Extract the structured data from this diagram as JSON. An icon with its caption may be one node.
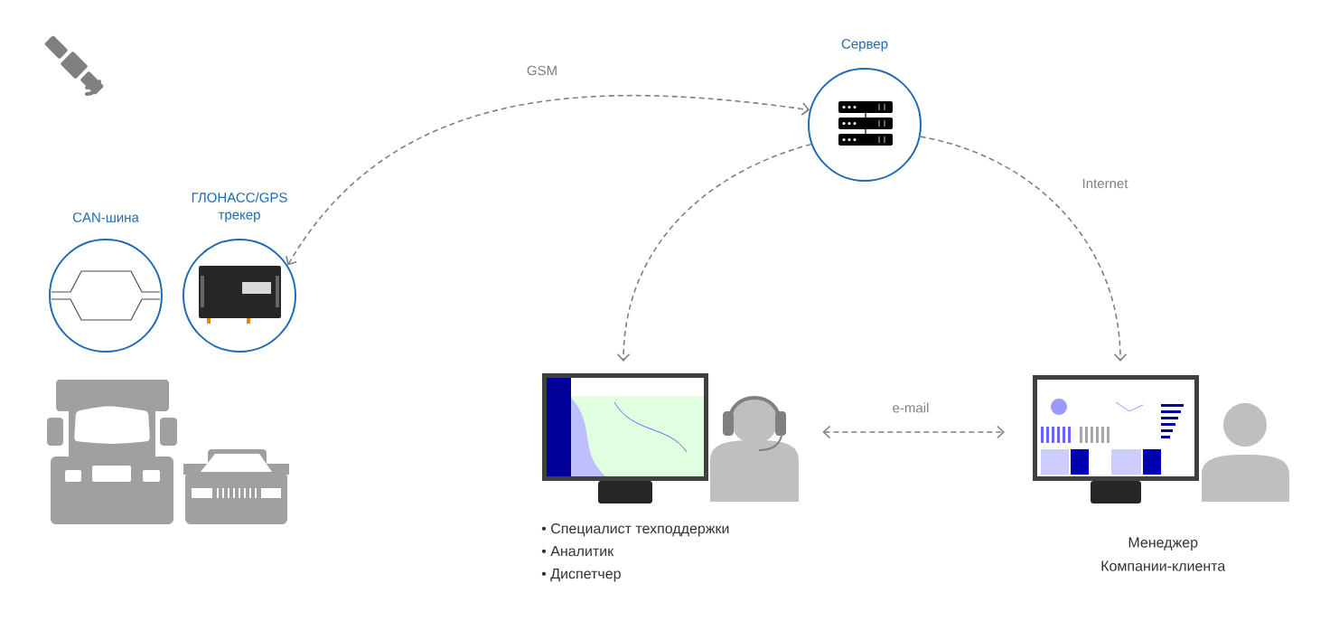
{
  "diagram": {
    "nodes": [
      {
        "text": [
          "CAN-шина"
        ]
      },
      {
        "text": [
          "ГЛОНАСС/GPS трекер"
        ]
      },
      {
        "text": [
          "Сервер"
        ]
      },
      {
        "text": [
          "• Специалист техподдержки",
          "• Аналитик",
          "• Диспетчер"
        ]
      },
      {
        "text": [
          "Менеджер Компании-клиента"
        ]
      }
    ],
    "edges": [
      {
        "from": 1,
        "to": 2,
        "arrow": "both",
        "label": "GSM",
        "style": "dashed"
      },
      {
        "from": 2,
        "to": 3,
        "arrow": "to",
        "style": "dashed"
      },
      {
        "from": 2,
        "to": 4,
        "arrow": "to",
        "label": "Internet",
        "style": "dashed"
      },
      {
        "from": 3,
        "to": 4,
        "arrow": "both",
        "label": "e-mail",
        "style": "dashed"
      }
    ]
  }
}
